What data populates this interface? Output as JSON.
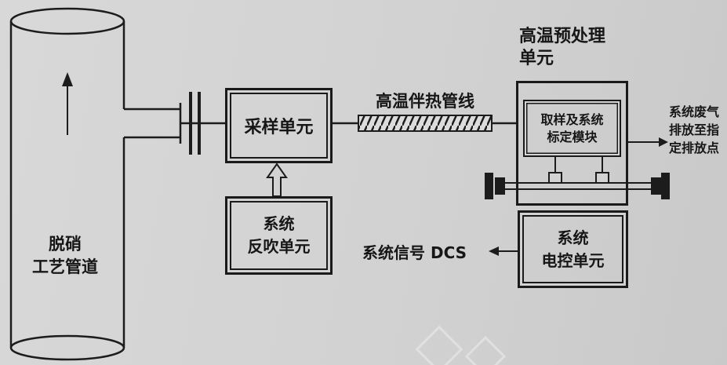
{
  "colors": {
    "background": "#d2d2d2",
    "ink": "#1a1a1a"
  },
  "pipe": {
    "label_line1": "脱硝",
    "label_line2": "工艺管道"
  },
  "sampling_unit": {
    "label": "采样单元"
  },
  "blowback_unit": {
    "line1": "系统",
    "line2": "反吹单元"
  },
  "heat_trace": {
    "label": "高温伴热管线"
  },
  "pretreatment": {
    "title_line1": "高温预处理",
    "title_line2": "单元",
    "module_line1": "取样及系统",
    "module_line2": "标定模块"
  },
  "exhaust": {
    "line1": "系统废气",
    "line2": "排放至指",
    "line3": "定排放点"
  },
  "control_unit": {
    "line1": "系统",
    "line2": "电控单元"
  },
  "dcs": {
    "label": "系统信号 DCS"
  }
}
